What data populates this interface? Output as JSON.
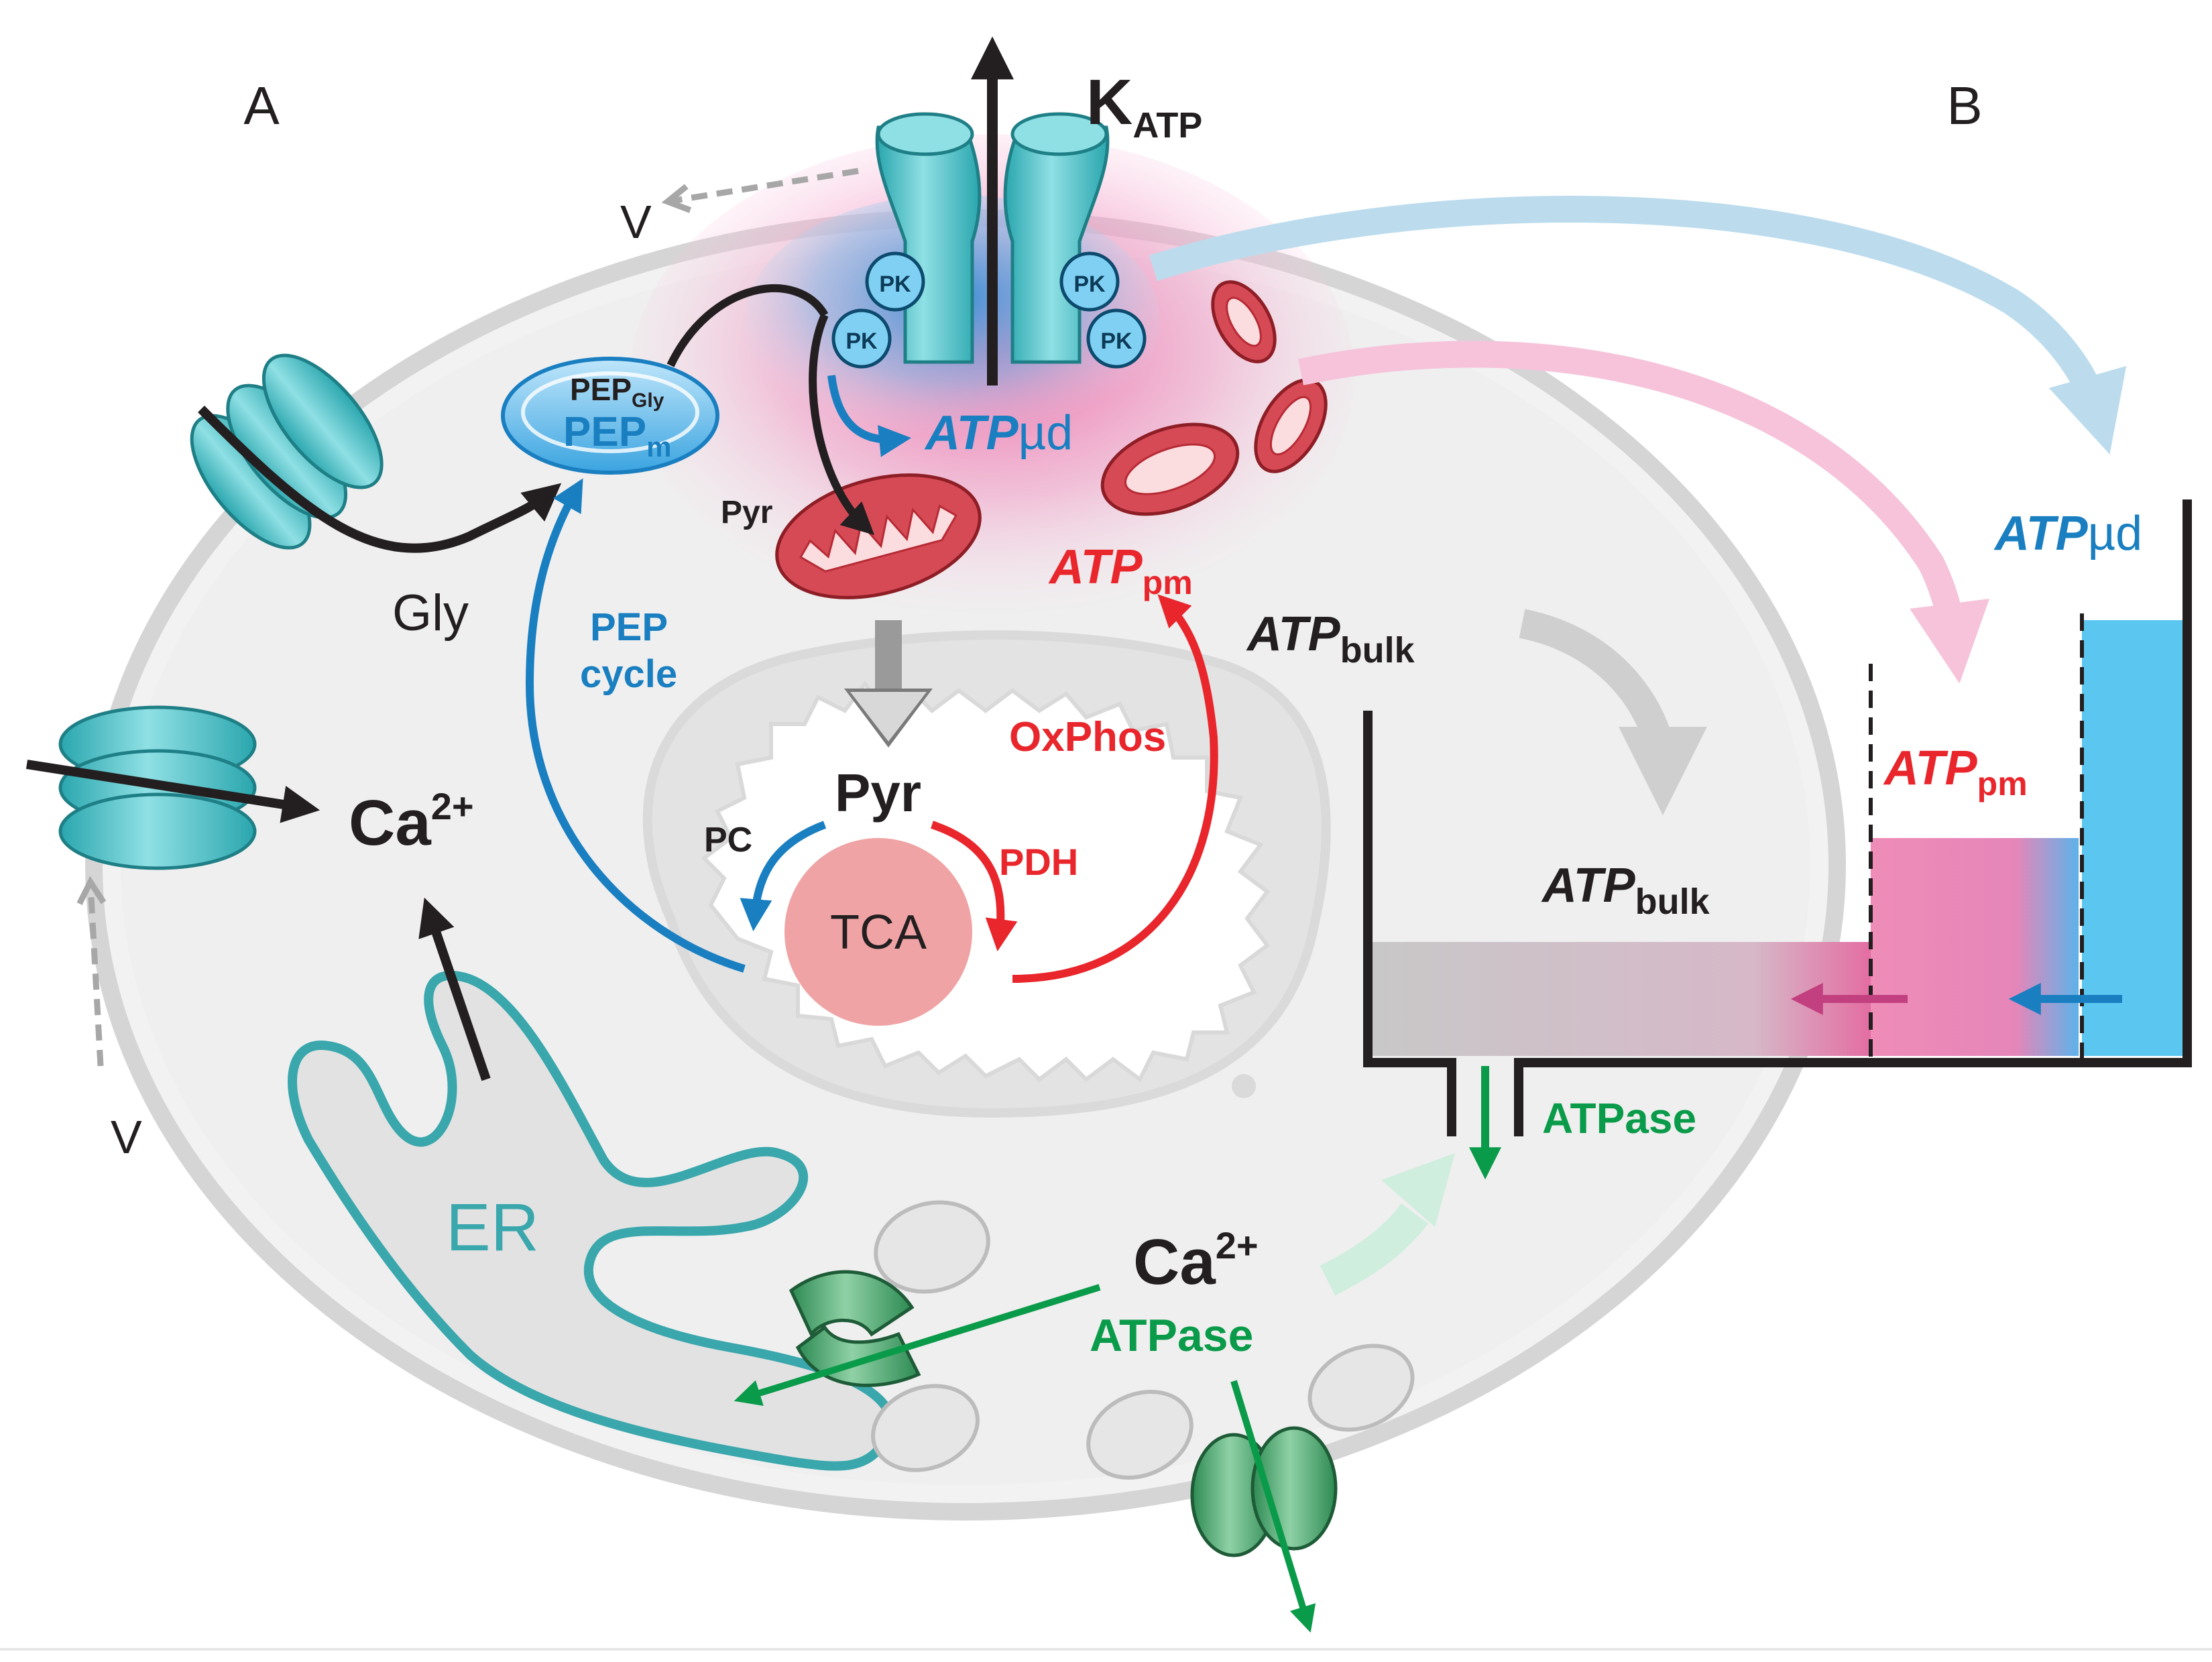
{
  "panels": {
    "a": "A",
    "b": "B"
  },
  "membrane": {
    "katp_main": "K",
    "katp_sub": "ATP",
    "pk": "PK",
    "v": "V"
  },
  "metabolites": {
    "pep_gly_main": "PEP",
    "pep_gly_sub": "Gly",
    "pep_m_main": "PEP",
    "pep_m_sub": "m",
    "gly": "Gly",
    "pyr_small": "Pyr",
    "pyr": "Pyr",
    "tca": "TCA",
    "pc": "PC",
    "pdh": "PDH",
    "oxphos": "OxPhos",
    "pep_cycle_1": "PEP",
    "pep_cycle_2": "cycle",
    "ca_main": "Ca",
    "ca_sup": "2+",
    "er": "ER",
    "atpase": "ATPase"
  },
  "atp": {
    "atp": "ATP",
    "mu_d": "µd",
    "pm": "pm",
    "bulk": "bulk"
  },
  "colors": {
    "teal": "#4cc3c9",
    "blue": "#1a7fc1",
    "red": "#e8262c",
    "green": "#0a9b4a",
    "gray": "#bdbdbd",
    "pink": "#ef7fae",
    "lightblue": "#5bc6f0",
    "dark": "#231f20"
  }
}
